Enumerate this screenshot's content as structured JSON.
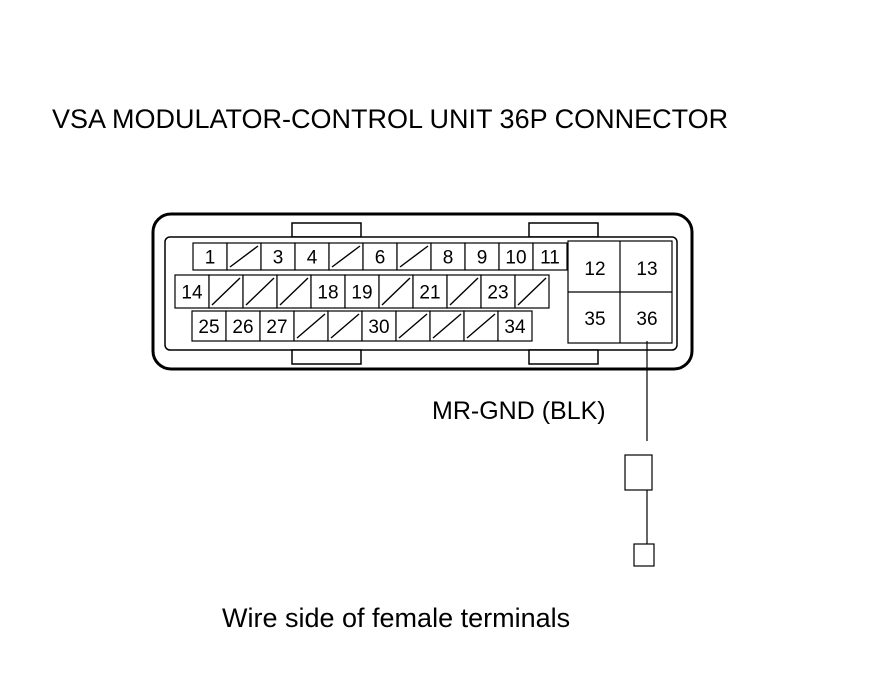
{
  "title": "VSA MODULATOR-CONTROL UNIT 36P CONNECTOR",
  "caption": "Wire side of female terminals",
  "wire_label": "MR-GND (BLK)",
  "connector": {
    "row1": [
      "1",
      "",
      "3",
      "4",
      "",
      "6",
      "",
      "8",
      "9",
      "10",
      "11"
    ],
    "row2": [
      "14",
      "",
      "",
      "",
      "18",
      "19",
      "",
      "21",
      "",
      "23",
      ""
    ],
    "row3": [
      "25",
      "26",
      "27",
      "",
      "",
      "30",
      "",
      "",
      "",
      "34"
    ],
    "right_block": {
      "top": [
        "12",
        "13"
      ],
      "bottom": [
        "35",
        "36"
      ]
    }
  }
}
